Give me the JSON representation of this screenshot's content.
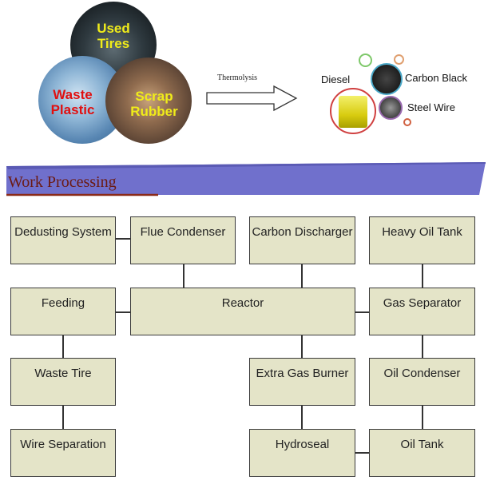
{
  "feedstock": {
    "used_tires": "Used\nTires",
    "waste_plastic": "Waste\nPlastic",
    "scrap_rubber": "Scrap\nRubber"
  },
  "process_arrow_label": "Thermolysis",
  "products": {
    "diesel": "Diesel",
    "carbon_black": "Carbon Black",
    "steel_wire": "Steel Wire"
  },
  "section_title": "Work Processing",
  "boxes": {
    "dedusting_system": "Dedusting System",
    "flue_condenser": "Flue Condenser",
    "carbon_discharger": "Carbon Discharger",
    "heavy_oil_tank": "Heavy Oil Tank",
    "feeding": "Feeding",
    "reactor": "Reactor",
    "gas_separator": "Gas Separator",
    "waste_tire": "Waste Tire",
    "extra_gas_burner": "Extra Gas Burner",
    "oil_condenser": "Oil Condenser",
    "wire_separation": "Wire Separation",
    "hydroseal": "Hydroseal",
    "oil_tank": "Oil Tank"
  },
  "colors": {
    "box_fill": "#e4e4c8",
    "banner": "#7070cc",
    "banner_text": "#6b1a12",
    "label_yellow": "#f0ec1a",
    "label_red": "#e01010"
  }
}
